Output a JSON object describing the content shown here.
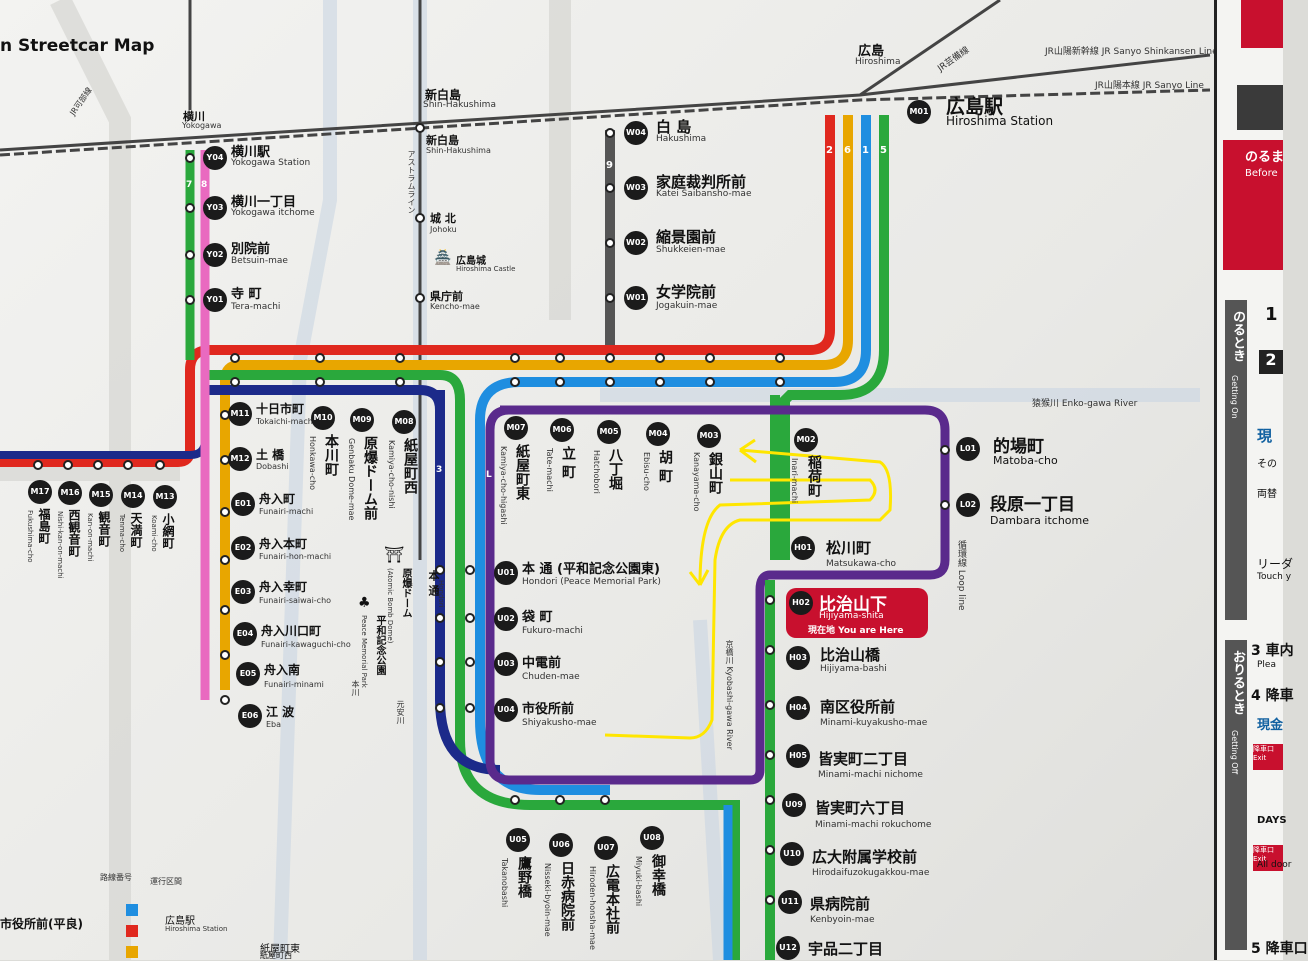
{
  "title": "n Streetcar Map",
  "top_labels": {
    "hiroshima": "広島",
    "hiroshima_en": "Hiroshima",
    "shin_hakushima": "新白島",
    "shin_hakushima_en": "Shin-Hakushima",
    "yokogawa": "横川",
    "yokogawa_en": "Yokogawa",
    "shinkansen": "JR山陽新幹線 JR Sanyo Shinkansen Line",
    "sanyo": "JR山陽本線 JR Sanyo Line",
    "geibi": "JR芸備線",
    "kabe": "JR可部線",
    "astram": "アストラムライン",
    "river_enko": "猿猴川 Enko-gawa River",
    "river_kyobashi": "京橋川 Kyobashi-gawa River",
    "river_honkawa": "本川",
    "river_motoyasu": "元安川"
  },
  "stations": {
    "M01": {
      "jp": "広島駅",
      "en": "Hiroshima Station"
    },
    "W04": {
      "jp": "白 島",
      "en": "Hakushima"
    },
    "W03": {
      "jp": "家庭裁判所前",
      "en": "Katei Saibansho-mae"
    },
    "W02": {
      "jp": "縮景園前",
      "en": "Shukkeien-mae"
    },
    "W01": {
      "jp": "女学院前",
      "en": "Jogakuin-mae"
    },
    "Y04": {
      "jp": "横川駅",
      "en": "Yokogawa Station"
    },
    "Y03": {
      "jp": "横川一丁目",
      "en": "Yokogawa itchome"
    },
    "Y02": {
      "jp": "別院前",
      "en": "Betsuin-mae"
    },
    "Y01": {
      "jp": "寺 町",
      "en": "Tera-machi"
    },
    "astram_shinhakushima": {
      "jp": "新白島",
      "en": "Shin-Hakushima"
    },
    "astram_johoku": {
      "jp": "城 北",
      "en": "Johoku"
    },
    "castle": {
      "jp": "広島城",
      "en": "Hiroshima Castle"
    },
    "astram_kencho": {
      "jp": "県庁前",
      "en": "Kencho-mae"
    },
    "L01": {
      "jp": "的場町",
      "en": "Matoba-cho"
    },
    "L02": {
      "jp": "段原一丁目",
      "en": "Dambara itchome"
    },
    "H01": {
      "jp": "松川町",
      "en": "Matsukawa-cho"
    },
    "H02": {
      "jp": "比治山下",
      "en": "Hijiyama-shita"
    },
    "here": "現在地 You are Here",
    "H03": {
      "jp": "比治山橋",
      "en": "Hijiyama-bashi"
    },
    "H04": {
      "jp": "南区役所前",
      "en": "Minami-kuyakusho-mae"
    },
    "H05": {
      "jp": "皆実町二丁目",
      "en": "Minami-machi nichome"
    },
    "U09": {
      "jp": "皆実町六丁目",
      "en": "Minami-machi rokuchome"
    },
    "U10": {
      "jp": "広大附属学校前",
      "en": "Hirodaifuzokugakkou-mae"
    },
    "U11": {
      "jp": "県病院前",
      "en": "Kenbyoin-mae"
    },
    "U12": {
      "jp": "宇品二丁目",
      "en": ""
    },
    "U01": {
      "jp": "本 通 (平和記念公園東)",
      "en": "Hondori (Peace Memorial Park)"
    },
    "U02": {
      "jp": "袋 町",
      "en": "Fukuro-machi"
    },
    "U03": {
      "jp": "中電前",
      "en": "Chuden-mae"
    },
    "U04": {
      "jp": "市役所前",
      "en": "Shiyakusho-mae"
    },
    "M11": {
      "jp": "十日市町",
      "en": "Tokaichi-machi"
    },
    "M12": {
      "jp": "土 橋",
      "en": "Dobashi"
    },
    "E01": {
      "jp": "舟入町",
      "en": "Funairi-machi"
    },
    "E02": {
      "jp": "舟入本町",
      "en": "Funairi-hon-machi"
    },
    "E03": {
      "jp": "舟入幸町",
      "en": "Funairi-saiwai-cho"
    },
    "E04": {
      "jp": "舟入川口町",
      "en": "Funairi-kawaguchi-cho"
    },
    "E05": {
      "jp": "舟入南",
      "en": "Funairi-minami"
    },
    "E06": {
      "jp": "江 波",
      "en": "Eba"
    },
    "M02": {
      "jp": "稲荷町",
      "en": "Inari-machi"
    },
    "M03": {
      "jp": "銀山町",
      "en": "Kanayama-cho"
    },
    "M04": {
      "jp": "胡 町",
      "en": "Ebisu-cho"
    },
    "M05": {
      "jp": "八丁堀",
      "en": "Hatchobori"
    },
    "M06": {
      "jp": "立 町",
      "en": "Tate-machi"
    },
    "M07": {
      "jp": "紙屋町東",
      "en": "Kamiya-cho-higashi"
    },
    "M08": {
      "jp": "紙屋町西",
      "en": "Kamiya-cho-nishi"
    },
    "M09": {
      "jp": "原爆ドーム前",
      "en": "Genbaku Dome-mae"
    },
    "M10": {
      "jp": "本川町",
      "en": "Honkawa-cho"
    },
    "M13": {
      "jp": "小網町",
      "en": "Koami-cho"
    },
    "M14": {
      "jp": "天満町",
      "en": "Tenma-cho"
    },
    "M15": {
      "jp": "観音町",
      "en": "Kan-on-machi"
    },
    "M16": {
      "jp": "西観音町",
      "en": "Nishi-kan-on-machi"
    },
    "M17": {
      "jp": "福島町",
      "en": "Fukushima-cho"
    },
    "U05": {
      "jp": "鷹野橋",
      "en": "Takanobashi"
    },
    "U06": {
      "jp": "日赤病院前",
      "en": "Nisseki-byoin-mae"
    },
    "U07": {
      "jp": "広電本社前",
      "en": "Hiroden-honsha-mae"
    },
    "U08": {
      "jp": "御幸橋",
      "en": "Miyuki-bashi"
    },
    "dome": {
      "jp": "原爆ドーム",
      "en": "(Atomic Bomb Dome)"
    },
    "peacepark": {
      "jp": "平和記念公園",
      "en": "Peace Memorial Park"
    },
    "hondori_astram": {
      "jp": "本 通",
      "en": "Hondori"
    },
    "loop": {
      "jp": "循環線",
      "en": "Loop line"
    },
    "left_cut": {
      "jp": "市役所前(平良)",
      "en": ""
    }
  },
  "route_numbers": [
    "2",
    "6",
    "1",
    "5",
    "9",
    "7",
    "8",
    "3",
    "L"
  ],
  "legend": {
    "col1": "路線番号",
    "col2": "運行区間",
    "row1a": "広島駅",
    "row1b": "Hiroshima Station",
    "row2a": "紙屋町東",
    "row2b": "紙屋町西"
  },
  "right_panel": {
    "noruki_title": "のるとき",
    "noruki_en": "Getting On",
    "oriru_title": "おりるとき",
    "oriru_en": "Getting Off",
    "before": "のるま",
    "before_en": "Before",
    "step1": "1",
    "step2": "2",
    "step3": "3 車内",
    "step4": "4 降車",
    "step5": "5 降車口",
    "gen": "現",
    "cash": "現金",
    "ride": "リーダ",
    "touch": "Touch y",
    "exit": "降車口 Exit",
    "alldoors": "All door",
    "days": "DAYS",
    "sono": "その",
    "ryo": "両替",
    "ple": "Plea"
  },
  "colors": {
    "red": "#e0281e",
    "orange": "#e8a600",
    "blue": "#1f8ee0",
    "green": "#2aa83c",
    "navy": "#1c2a8a",
    "purple": "#5a2a8c",
    "pink": "#e96ac0",
    "gray": "#555555",
    "accent_pink": "#c8102e",
    "highlight_arrow": "#ffe600"
  }
}
